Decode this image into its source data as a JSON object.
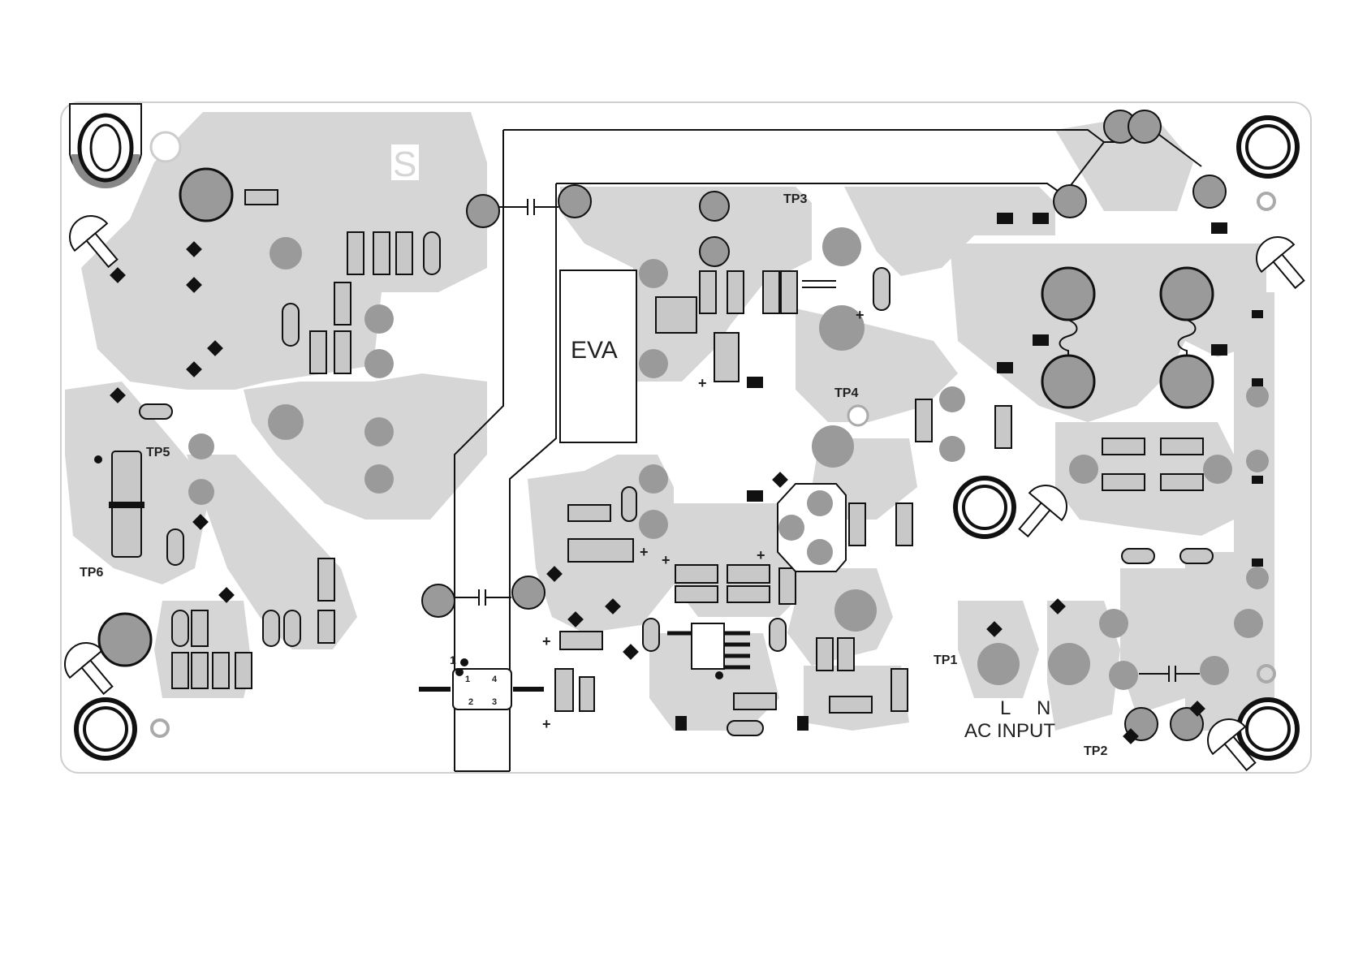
{
  "board": {
    "silkscreen_labels": {
      "s_mark": "S",
      "eva": "EVA",
      "tp1": "TP1",
      "tp2": "TP2",
      "tp3": "TP3",
      "tp4": "TP4",
      "tp5": "TP5",
      "tp6": "TP6",
      "line": "L",
      "neutral": "N",
      "ac_input": "AC INPUT",
      "pin1": "1",
      "opto_pin1": "1",
      "opto_pin2": "2",
      "opto_pin3": "3",
      "opto_pin4": "4",
      "plus1": "+",
      "plus2": "+",
      "plus3": "+",
      "plus4": "+",
      "plus5": "+",
      "plus6": "+",
      "plus7": "+"
    },
    "colors": {
      "copper": "#d6d6d6",
      "pad": "#9a9a9a",
      "silk": "#111111",
      "board_edge": "#cfcfcf"
    }
  }
}
